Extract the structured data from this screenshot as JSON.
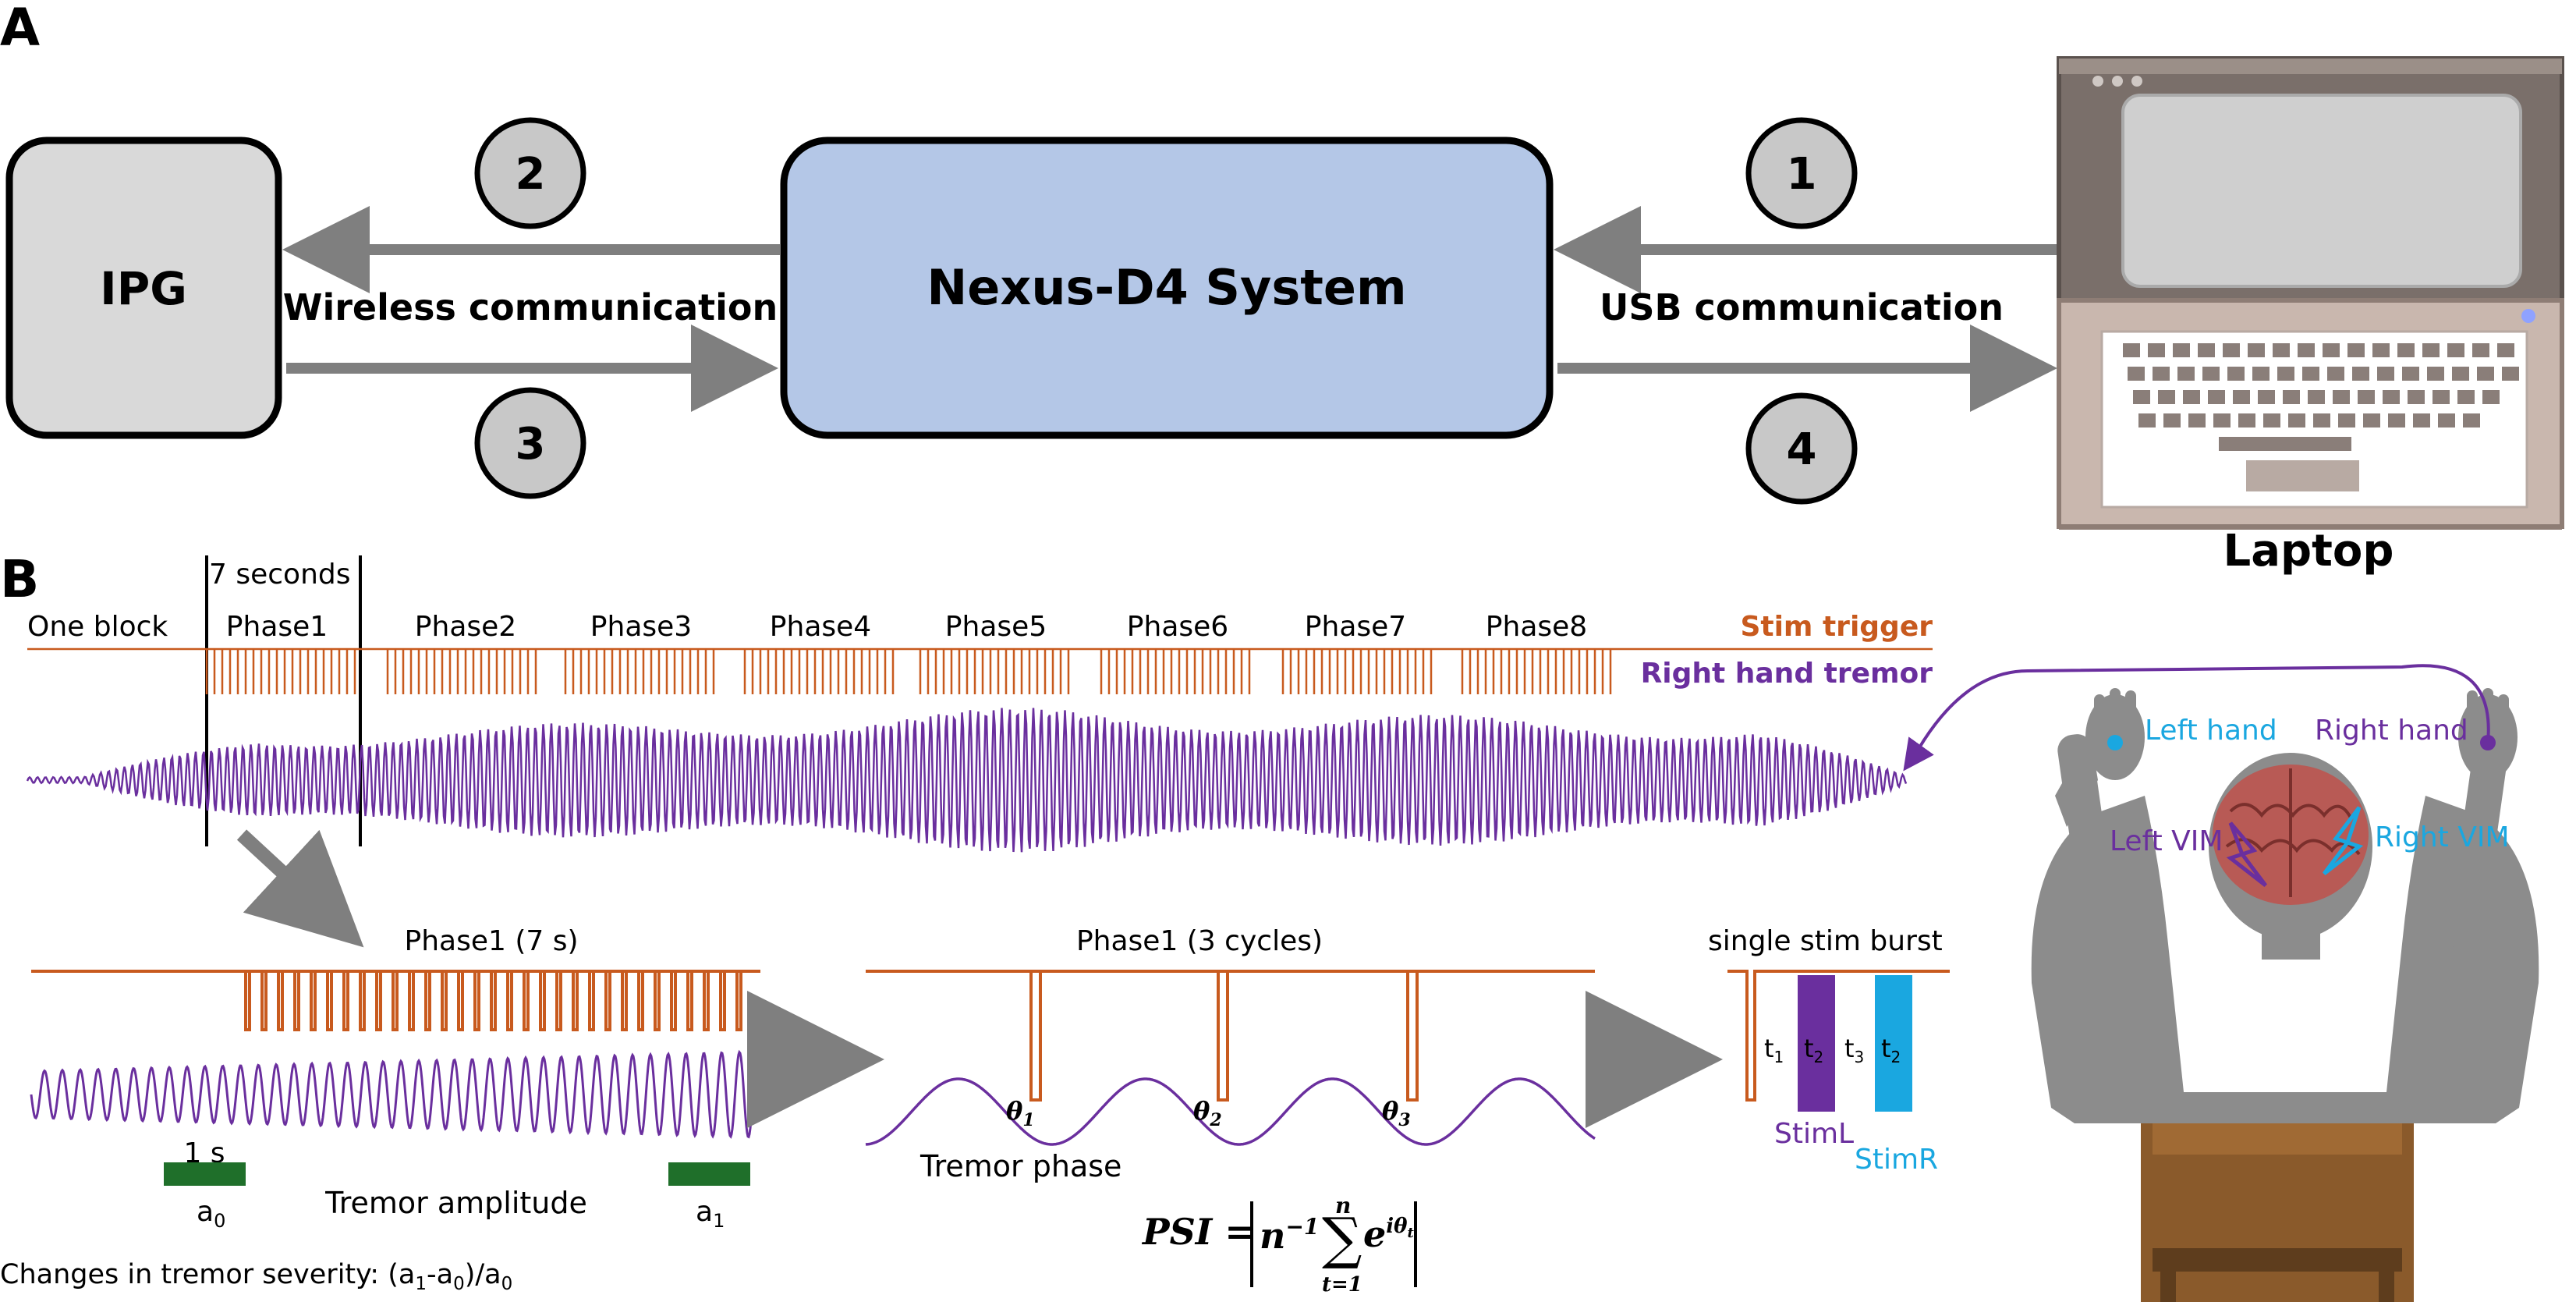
{
  "panel_a": {
    "label": "A",
    "ipg": "IPG",
    "nexus": "Nexus-D4 System",
    "laptop": "Laptop",
    "wireless": "Wireless communication",
    "usb": "USB communication",
    "steps": [
      "1",
      "2",
      "3",
      "4"
    ]
  },
  "panel_b": {
    "label": "B",
    "seven_seconds": "7 seconds",
    "one_block": "One block",
    "phases": [
      "Phase1",
      "Phase2",
      "Phase3",
      "Phase4",
      "Phase5",
      "Phase6",
      "Phase7",
      "Phase8"
    ],
    "stim_trigger": "Stim trigger",
    "right_hand_tremor": "Right hand tremor",
    "phase1_7s": "Phase1 (7 s)",
    "one_s": "1 s",
    "a0": "a",
    "a0_sub": "0",
    "a1": "a",
    "a1_sub": "1",
    "tremor_amplitude": "Tremor amplitude",
    "changes": "Changes in tremor severity: (a",
    "changes_mid": "-a",
    "changes_end": ")/a",
    "phase1_3cycles": "Phase1 (3 cycles)",
    "theta": "θ",
    "theta_subs": [
      "1",
      "2",
      "3"
    ],
    "tremor_phase": "Tremor phase",
    "psi_lhs": "PSI =",
    "psi_n": "n",
    "psi_exp": "−1",
    "psi_sum": "∑",
    "psi_top": "n",
    "psi_bottom": "t=1",
    "psi_e": "e",
    "psi_e_exp": "iθ",
    "psi_e_sub": "t",
    "single_stim_burst": "single stim burst",
    "t_labels": [
      "t",
      "t",
      "t",
      "t"
    ],
    "t_subs": [
      "1",
      "2",
      "3",
      "2"
    ],
    "stim_l": "StimL",
    "stim_r": "StimR",
    "left_hand": "Left hand",
    "right_hand": "Right hand",
    "left_vim": "Left VIM",
    "right_vim": "Right VIM"
  },
  "colors": {
    "stim": "#c85a1e",
    "tremor": "#6a2f9e",
    "cyan": "#1aa7e0",
    "box_ipg": "#d9d9d9",
    "box_nexus": "#b4c7e7",
    "arrow": "#7f7f7f",
    "green": "#1f6f2a"
  }
}
